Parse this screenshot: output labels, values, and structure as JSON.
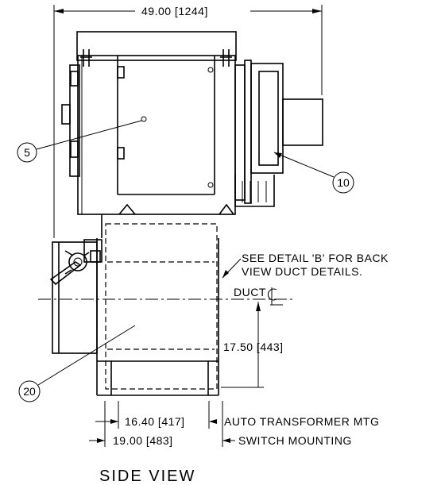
{
  "dimensions": {
    "overall_width": "49.00 [1244]",
    "duct_offset": "17.50 [443]",
    "auto_transformer_mtg": "16.40 [417]",
    "switch_mounting": "19.00 [483]"
  },
  "callouts": {
    "auto_transformer_label": "AUTO TRANSFORMER MTG",
    "switch_mounting_label": "SWITCH MOUNTING",
    "detail_note_line1": "SEE DETAIL 'B' FOR BACK",
    "detail_note_line2": "VIEW DUCT DETAILS.",
    "duct_label": "DUCT"
  },
  "balloons": [
    "5",
    "10",
    "20"
  ],
  "view_title": "SIDE VIEW"
}
